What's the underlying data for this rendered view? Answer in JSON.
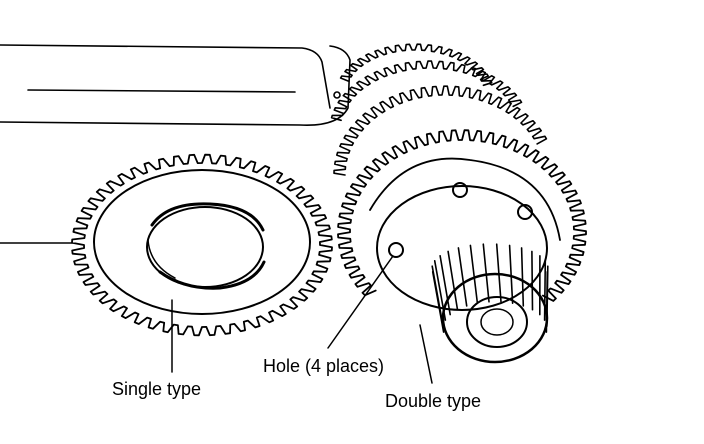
{
  "labels": {
    "single": "Single type",
    "hole": "Hole (4 places)",
    "double": "Double type"
  }
}
